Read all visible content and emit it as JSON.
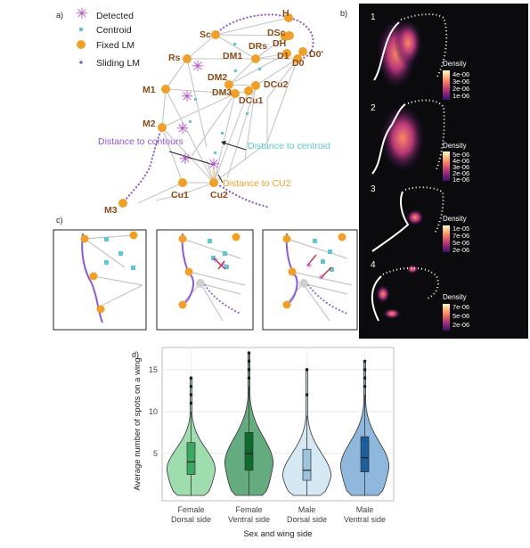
{
  "panel_a": {
    "letter": "a)",
    "legend": [
      {
        "label": "Detected",
        "icon": "asterisk-icon",
        "color": "#b04fc4"
      },
      {
        "label": "Centroid",
        "icon": "square-dot-icon",
        "color": "#5ec8cf"
      },
      {
        "label": "Fixed LM",
        "icon": "circle-icon",
        "color": "#f0a028"
      },
      {
        "label": "Sliding LM",
        "icon": "small-dot-icon",
        "color": "#8a5bd2"
      }
    ],
    "landmarks": [
      "H",
      "Sc",
      "DSc",
      "DRs",
      "DH",
      "Rs",
      "DM1",
      "D1",
      "D0",
      "D0'",
      "DM2",
      "DCu2",
      "DM3",
      "DCu1",
      "M1",
      "M2",
      "M3",
      "Cu1",
      "Cu2"
    ],
    "annotations": {
      "contours": "Distance to contours",
      "centroid": "Distance to centroid",
      "cu2": "Distance to CU2"
    },
    "colors": {
      "landmark_text": "#8b4a18",
      "grey_line": "#c6c6c6"
    }
  },
  "panel_b": {
    "letter": "b)",
    "maps": [
      {
        "num": "1",
        "title": "Density",
        "ticks": [
          "4e-06",
          "3e-06",
          "2e-06",
          "1e-06"
        ]
      },
      {
        "num": "2",
        "title": "Density",
        "ticks": [
          "5e-06",
          "4e-06",
          "3e-06",
          "2e-06",
          "1e-06"
        ]
      },
      {
        "num": "3",
        "title": "Density",
        "ticks": [
          "1e-05",
          "7e-06",
          "5e-06",
          "2e-06"
        ]
      },
      {
        "num": "4",
        "title": "Density",
        "ticks": [
          "7e-06",
          "5e-06",
          "2e-06"
        ]
      }
    ]
  },
  "panel_c": {
    "letter": "c)"
  },
  "panel_d": {
    "letter": "d)"
  },
  "chart_data": {
    "type": "violin",
    "ylabel": "Average number of spots on a wing",
    "xlabel": "Sex and wing side",
    "ylim": [
      0,
      17
    ],
    "yticks": [
      5,
      10,
      15
    ],
    "grid": true,
    "categories": [
      {
        "line1": "Female",
        "line2": "Dorsal side",
        "color": "#9fdcae",
        "boxcolor": "#3aa860",
        "q1": 2.5,
        "median": 4,
        "q3": 6.3,
        "lo": 0,
        "hi": 10,
        "max": 14,
        "outliers": [
          11,
          12,
          13,
          14
        ]
      },
      {
        "line1": "Female",
        "line2": "Ventral side",
        "color": "#65ab80",
        "boxcolor": "#0f6b2c",
        "q1": 3,
        "median": 5,
        "q3": 7.5,
        "lo": 0,
        "hi": 13,
        "max": 17,
        "outliers": [
          14,
          15,
          16,
          17
        ]
      },
      {
        "line1": "Male",
        "line2": "Dorsal side",
        "color": "#d5e8f4",
        "boxcolor": "#9cc4df",
        "q1": 1.8,
        "median": 3,
        "q3": 5.5,
        "lo": 0,
        "hi": 9.5,
        "max": 15,
        "outliers": [
          12,
          15
        ]
      },
      {
        "line1": "Male",
        "line2": "Ventral side",
        "color": "#8fb8dc",
        "boxcolor": "#1c5e9a",
        "q1": 2.8,
        "median": 4.5,
        "q3": 7,
        "lo": 0,
        "hi": 12,
        "max": 16,
        "outliers": [
          13,
          14,
          15,
          16
        ]
      }
    ]
  }
}
